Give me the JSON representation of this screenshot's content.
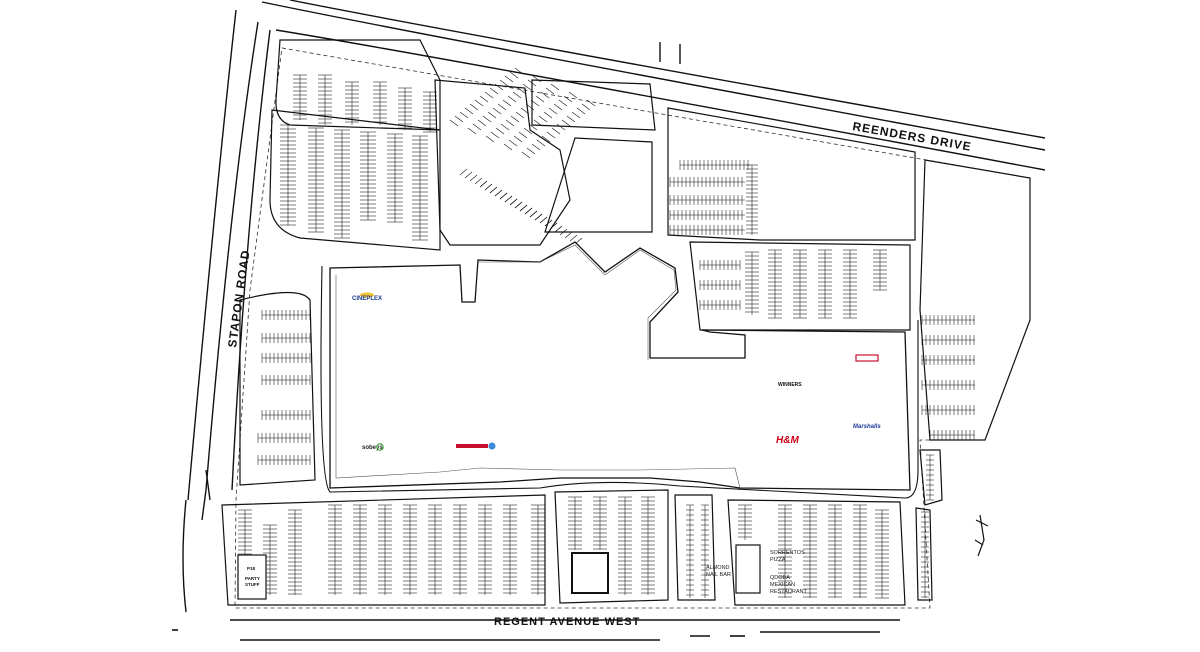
{
  "roads": {
    "north": "REENDERS DRIVE",
    "west": "STAPON ROAD",
    "south": "REGENT AVENUE WEST"
  },
  "stores": [
    {
      "id": "cineplex",
      "label": "CINEPLEX",
      "color": "#1a3a8a",
      "accent": "#f2c230"
    },
    {
      "id": "sobeys",
      "label": "sobeys",
      "color": "#222222",
      "accent": "#2a9a2a"
    },
    {
      "id": "red-store",
      "label": "",
      "color": "#c8102e"
    },
    {
      "id": "winners",
      "label": "WINNERS",
      "color": "#111111"
    },
    {
      "id": "marshalls",
      "label": "Marshalls",
      "color": "#1a3a9a"
    },
    {
      "id": "hm",
      "label": "H&M",
      "color": "#d0021b"
    },
    {
      "id": "top-right-box",
      "label": "",
      "color": "#c8102e"
    }
  ],
  "pad_labels": {
    "party_stuff": "PARTY STUFF",
    "p18": "P18",
    "sorrentos": "SORRENTOS PIZZA",
    "almond_nail": "ALMOND NAIL BAR",
    "qdoba": "QDOBA MEXICAN RESTAURANT"
  },
  "colors": {
    "line": "#111111",
    "dashed": "#333333",
    "background": "#ffffff"
  }
}
